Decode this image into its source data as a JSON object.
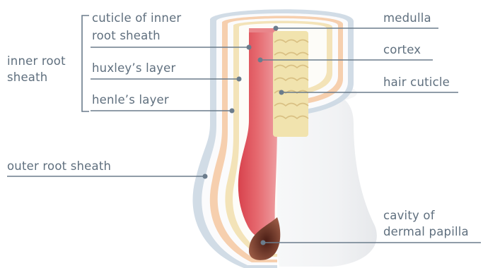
{
  "labels": {
    "cuticle_of_inner": "cuticle of inner",
    "root_sheath": "root sheath",
    "inner_root": "inner root",
    "sheath": "sheath",
    "huxleys_layer": "huxley’s layer",
    "henles_layer": "henle’s layer",
    "outer_root_sheath": "outer root sheath",
    "medulla": "medulla",
    "cortex": "cortex",
    "hair_cuticle": "hair cuticle",
    "cavity_of": "cavity of",
    "dermal_papilla": "dermal papilla"
  },
  "colors": {
    "label_text": "#5f6f7e",
    "leader_line": "#6b7c8c",
    "outer_root_sheath_layer": "#c9d6e2",
    "henles_layer": "#f6cfae",
    "huxleys_layer": "#f3e3b8",
    "hair_shaft": "#de4b55",
    "cortex": "#f1e3ae",
    "dermal_papilla": "#7a3a2c",
    "skin_body": "#f3f4f5"
  }
}
